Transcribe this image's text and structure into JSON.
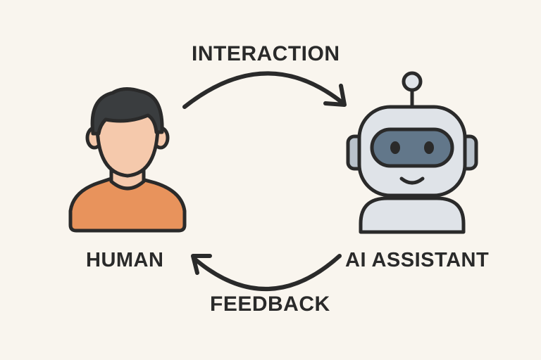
{
  "labels": {
    "interaction": "INTERACTION",
    "human": "HUMAN",
    "ai_assistant": "AI ASSISTANT",
    "feedback": "FEEDBACK"
  },
  "colors": {
    "background": "#f9f5ee",
    "outline": "#2a2a2a",
    "human_skin": "#f5c9ac",
    "human_hair": "#3a3d3f",
    "human_shirt": "#e8935c",
    "robot_body": "#dfe3e8",
    "robot_visor": "#62778a"
  },
  "icons": {
    "human": "human-avatar-icon",
    "robot": "robot-assistant-icon",
    "arrow_top": "curved-arrow-right-icon",
    "arrow_bottom": "curved-arrow-left-icon"
  }
}
